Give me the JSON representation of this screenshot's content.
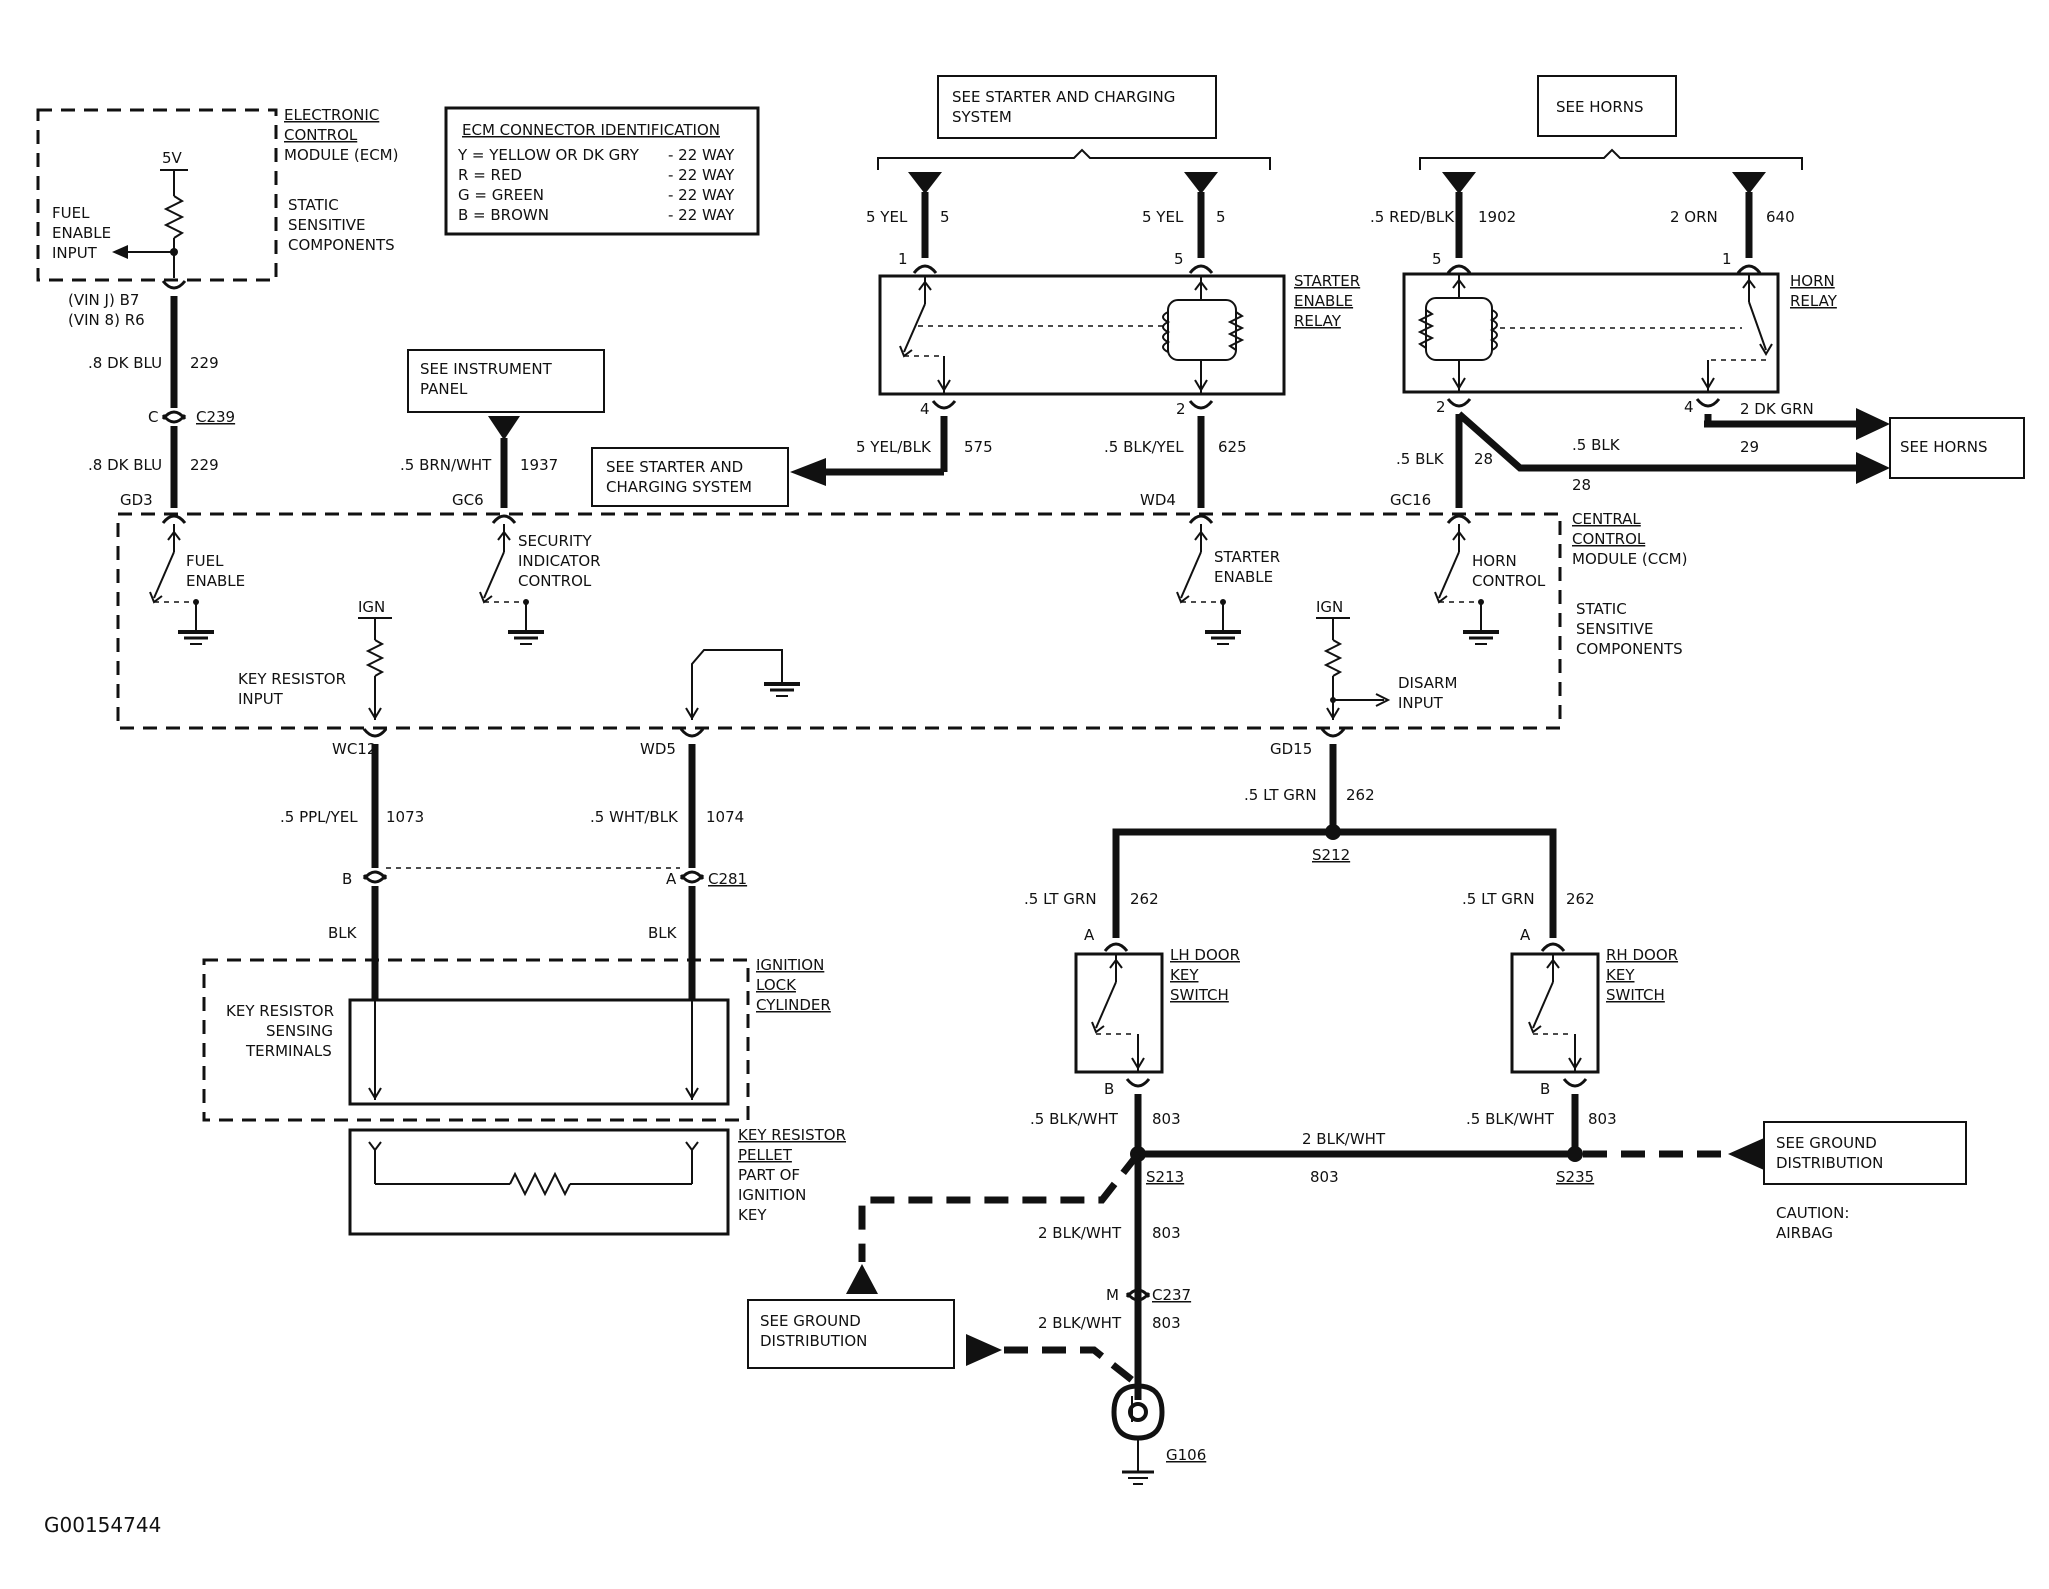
{
  "figure_id": "G00154744",
  "ecm": {
    "title": [
      "ELECTRONIC",
      "CONTROL",
      "MODULE (ECM)"
    ],
    "static": [
      "STATIC",
      "SENSITIVE",
      "COMPONENTS"
    ],
    "supply": "5V",
    "fuel_input": [
      "FUEL",
      "ENABLE",
      "INPUT"
    ],
    "pin_vinj": "(VIN J)  B7",
    "pin_vin8": "(VIN 8)  R6"
  },
  "ecm_legend": {
    "title": "ECM CONNECTOR IDENTIFICATION",
    "rows": [
      {
        "code": "Y =  YELLOW OR DK GRY",
        "ways": "- 22 WAY"
      },
      {
        "code": "R =  RED",
        "ways": "- 22 WAY"
      },
      {
        "code": "G = GREEN",
        "ways": "- 22 WAY"
      },
      {
        "code": "B =  BROWN",
        "ways": "- 22 WAY"
      }
    ]
  },
  "refs": {
    "starter_charging_top": [
      "SEE STARTER AND CHARGING",
      "SYSTEM"
    ],
    "horns_top": "SEE HORNS",
    "instrument_panel": [
      "SEE INSTRUMENT",
      "PANEL"
    ],
    "starter_charging_left": [
      "SEE STARTER AND",
      "CHARGING SYSTEM"
    ],
    "horns_right": "SEE HORNS",
    "ground_right": [
      "SEE GROUND",
      "DISTRIBUTION"
    ],
    "ground_left": [
      "SEE GROUND",
      "DISTRIBUTION"
    ],
    "caution": [
      "CAUTION:",
      "AIRBAG"
    ]
  },
  "starter_relay": {
    "label": [
      "STARTER",
      "ENABLE",
      "RELAY"
    ],
    "in_left": {
      "wire": "5 YEL",
      "circuit": "5",
      "pin": "1"
    },
    "in_right": {
      "wire": "5 YEL",
      "circuit": "5",
      "pin": "5"
    },
    "out_left": {
      "pin": "4",
      "wire": "5 YEL/BLK",
      "circuit": "575"
    },
    "out_right": {
      "pin": "2",
      "wire": ".5 BLK/YEL",
      "circuit": "625"
    }
  },
  "horn_relay": {
    "label": [
      "HORN",
      "RELAY"
    ],
    "in_left": {
      "wire": ".5 RED/BLK",
      "circuit": "1902",
      "pin": "5"
    },
    "in_right": {
      "wire": "2 ORN",
      "circuit": "640",
      "pin": "1"
    },
    "out_left": {
      "pin": "2",
      "wire": ".5 BLK",
      "circuit": "28"
    },
    "out_right": {
      "pin": "4",
      "wire": "2 DK GRN",
      "circuit": "29"
    },
    "branch": {
      "wire": ".5 BLK",
      "circuit": "28"
    }
  },
  "ecm_wire": {
    "upper": {
      "wire": ".8 DK BLU",
      "circuit": "229"
    },
    "connector": {
      "pin": "C",
      "name": "C239"
    },
    "lower": {
      "wire": ".8 DK BLU",
      "circuit": "229"
    }
  },
  "instrument_wire": {
    "wire": ".5 BRN/WHT",
    "circuit": "1937"
  },
  "ccm": {
    "title": [
      "CENTRAL",
      "CONTROL",
      "MODULE (CCM)"
    ],
    "static": [
      "STATIC",
      "SENSITIVE",
      "COMPONENTS"
    ],
    "pins_top": [
      "GD3",
      "GC6",
      "WD4",
      "GC16"
    ],
    "fuel_enable": [
      "FUEL",
      "ENABLE"
    ],
    "security": [
      "SECURITY",
      "INDICATOR",
      "CONTROL"
    ],
    "starter_enable": [
      "STARTER",
      "ENABLE"
    ],
    "horn_control": [
      "HORN",
      "CONTROL"
    ],
    "ign_left": "IGN",
    "ign_right": "IGN",
    "key_resistor_input": [
      "KEY RESISTOR",
      "INPUT"
    ],
    "disarm_input": [
      "DISARM",
      "INPUT"
    ],
    "pins_bottom": [
      "WC12",
      "WD5",
      "GD15"
    ]
  },
  "ignition": {
    "wire_left": {
      "wire": ".5 PPL/YEL",
      "circuit": "1073"
    },
    "wire_right": {
      "wire": ".5 WHT/BLK",
      "circuit": "1074"
    },
    "connector": {
      "pin_left": "B",
      "pin_right": "A",
      "name": "C281"
    },
    "lower_left": "BLK",
    "lower_right": "BLK",
    "cylinder": [
      "IGNITION",
      "LOCK",
      "CYLINDER"
    ],
    "sensing": [
      "KEY RESISTOR",
      "SENSING",
      "TERMINALS"
    ],
    "pellet": [
      "KEY RESISTOR",
      "PELLET",
      "PART OF",
      "IGNITION",
      "KEY"
    ]
  },
  "door": {
    "feed": {
      "wire": ".5 LT GRN",
      "circuit": "262"
    },
    "splice_top": "S212",
    "lh": {
      "wire": ".5 LT GRN",
      "circuit": "262",
      "pin_a": "A",
      "pin_b": "B",
      "label": [
        "LH DOOR",
        "KEY",
        "SWITCH"
      ],
      "out_wire": ".5 BLK/WHT",
      "out_circuit": "803"
    },
    "rh": {
      "wire": ".5 LT GRN",
      "circuit": "262",
      "pin_a": "A",
      "pin_b": "B",
      "label": [
        "RH DOOR",
        "KEY",
        "SWITCH"
      ],
      "out_wire": ".5 BLK/WHT",
      "out_circuit": "803"
    }
  },
  "ground": {
    "s213": "S213",
    "s235": "S235",
    "span": {
      "wire": "2 BLK/WHT",
      "circuit": "803"
    },
    "mid": {
      "wire": "2 BLK/WHT",
      "circuit": "803"
    },
    "connector": {
      "pin": "M",
      "name": "C237"
    },
    "low": {
      "wire": "2 BLK/WHT",
      "circuit": "803"
    },
    "g106": "G106"
  }
}
